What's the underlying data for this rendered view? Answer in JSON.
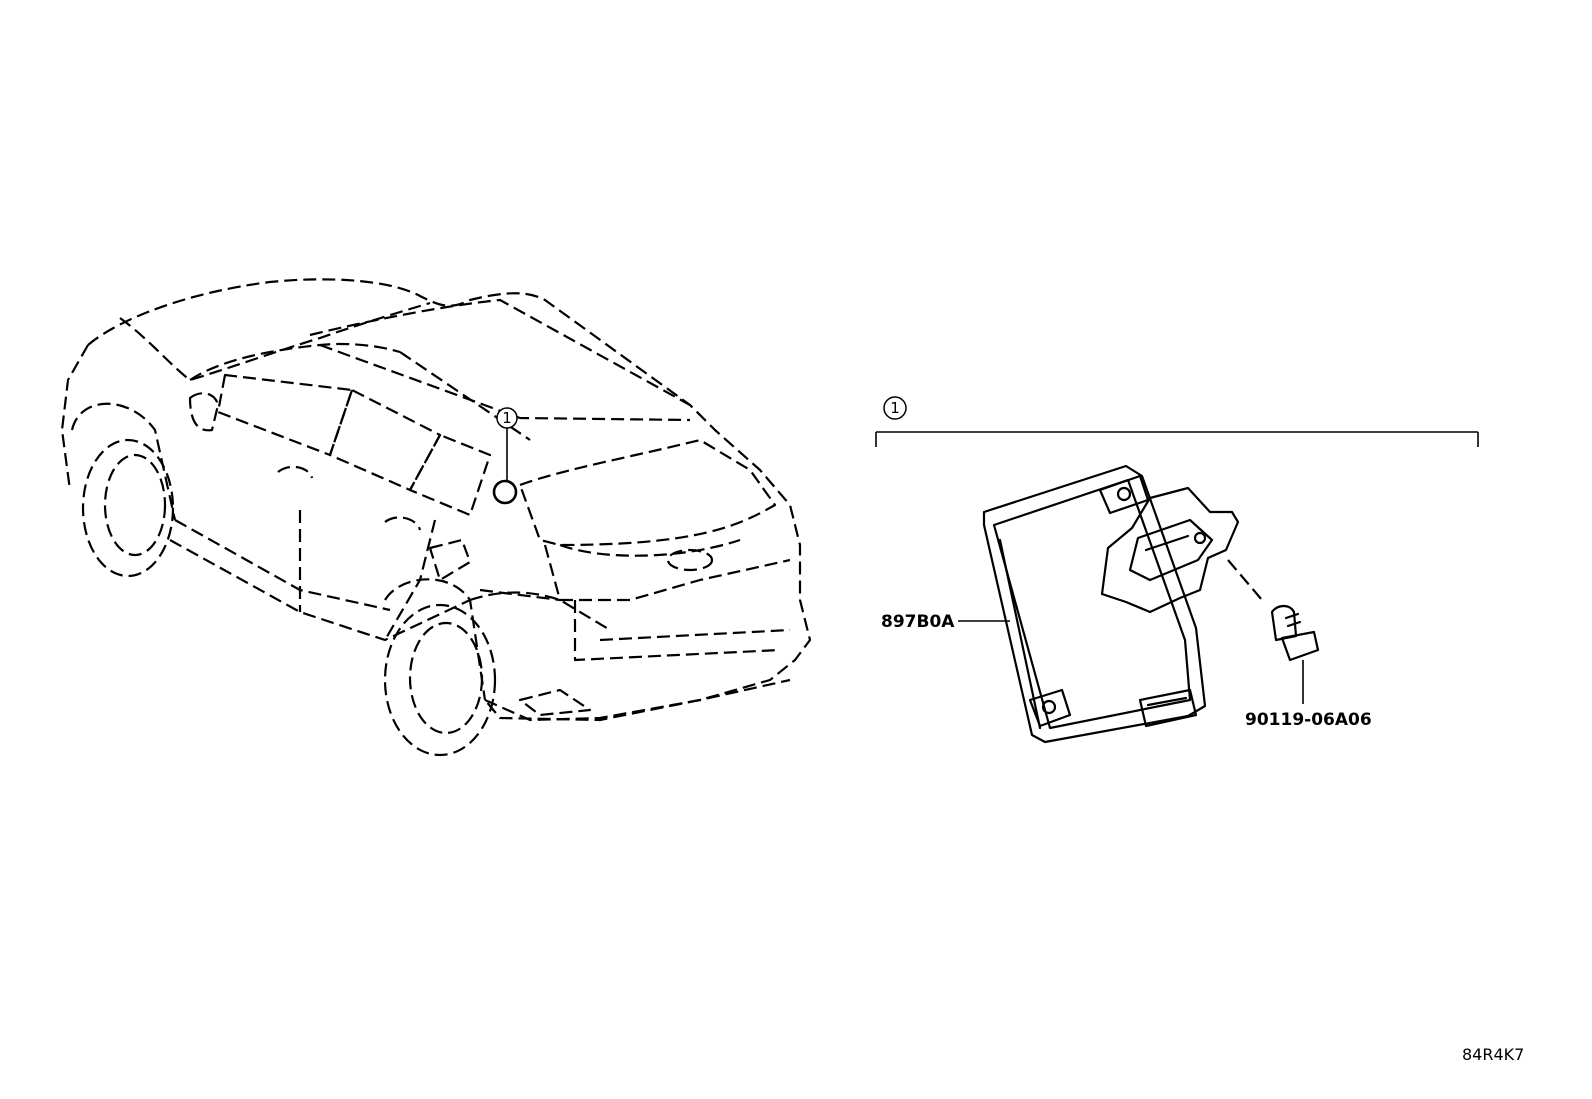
{
  "callouts": {
    "vehicle_marker": "1",
    "assembly_marker": "1"
  },
  "parts": {
    "ecu_part_number": "897B0A",
    "bolt_part_number": "90119-06A06"
  },
  "diagram_code": "84R4K7",
  "icons": {
    "vehicle": "suv-rear-three-quarter-dashed-outline",
    "ecu": "electronic-control-unit-with-bracket",
    "bolt": "flange-bolt"
  }
}
